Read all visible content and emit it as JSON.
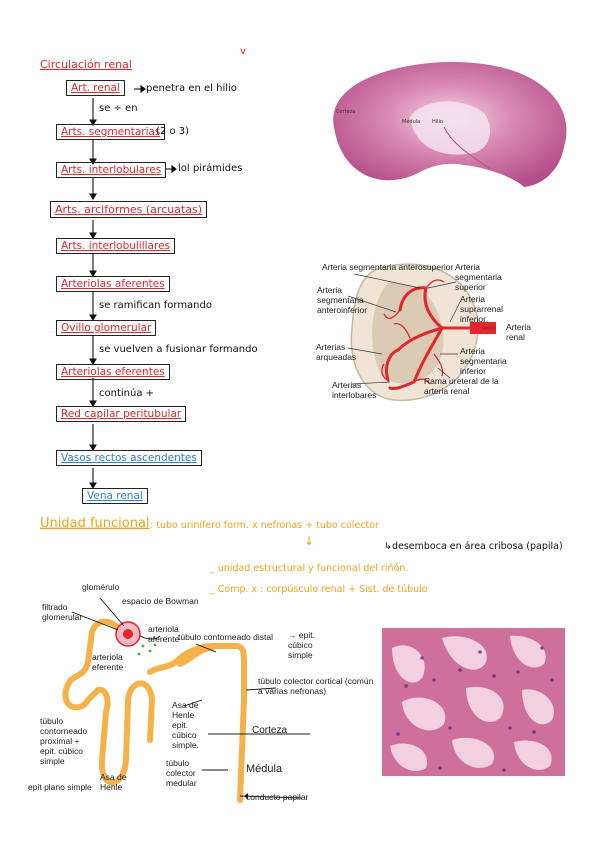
{
  "top_mark": "v",
  "renal_circ": {
    "title": "Circulación renal",
    "boxes": {
      "art_renal": "Art. renal",
      "segmentarias": "Arts. segmentarias",
      "interlobulares": "Arts. interlobulares",
      "arciformes": "Arts. arciformes (arcuatas)",
      "interlobulillares": "Arts. interlobulillares",
      "aferentes": "Arteriolas aferentes",
      "ovillo": "Ovillo glomerular",
      "eferentes": "Arteriolas eferentes",
      "red_capilar": "Red capilar peritubular",
      "vasos_rectos": "Vasos rectos ascendentes",
      "vena_renal": "Vena renal"
    },
    "notes": {
      "penetra": "penetra en el hilio",
      "se_div": "se ÷ en",
      "dos_tres": "(2 o 3)",
      "piramides": "lol pirámides",
      "ramifican": "se ramifican formando",
      "vuelven": "se vuelven a fusionar formando",
      "continua": "continúa +"
    }
  },
  "kidney_micro_labels": [
    "Corteza",
    "Médula",
    "Hilio"
  ],
  "artery_diagram": {
    "labels": {
      "seg_antsup": "Arteria segmentaria anterosuperior",
      "seg_antinf": "Arteria segmentaria anteroinferior",
      "seg_sup": "Arteria segmentaria superior",
      "suprarrenal": "Arteria suprarrenal inferior",
      "renal": "Arteria renal",
      "arqueadas": "Arterias arqueadas",
      "seg_inf": "Arteria segmentaria inferior",
      "interlobares": "Arterias interlobares",
      "ureteral": "Rama ureteral de la arteria renal"
    }
  },
  "functional": {
    "title": "Unidad funcional",
    "line1": ": tubo urinífero form. x nefronas + tubo colector",
    "down_arrow": "↓",
    "line2": "↳desemboca en área cribosa (papila)",
    "line3": "_ unidad estructural y funcional del riñón.",
    "line4": "_ Comp. x : corpúsculo renal + Sist. de túbulo"
  },
  "nephron": {
    "labels": {
      "glomerulo": "glomérulo",
      "filtrado": "filtrado glomerular",
      "espacio": "espacio de Bowman",
      "art_aferente": "arteriola aferente",
      "art_eferente": "arteriola eferente",
      "distal": "túbulo contorneado distal",
      "distal_epit": "→ epit. cúbico simple",
      "proximal": "túbulo contorneado proximal + epit. cúbico simple",
      "asa_henle_thick": "Asa de Henle epit. cúbico simple.",
      "asa_henle_thin": "Asa de Henle",
      "epit_plano": "epit plano simple",
      "colector_cortical": "túbulo colector cortical (común a varias nefronas)",
      "colector_medular": "túbulo colector medular",
      "corteza": "Corteza",
      "medula": "Médula",
      "conducto_papilar": "conducto papilar"
    }
  }
}
